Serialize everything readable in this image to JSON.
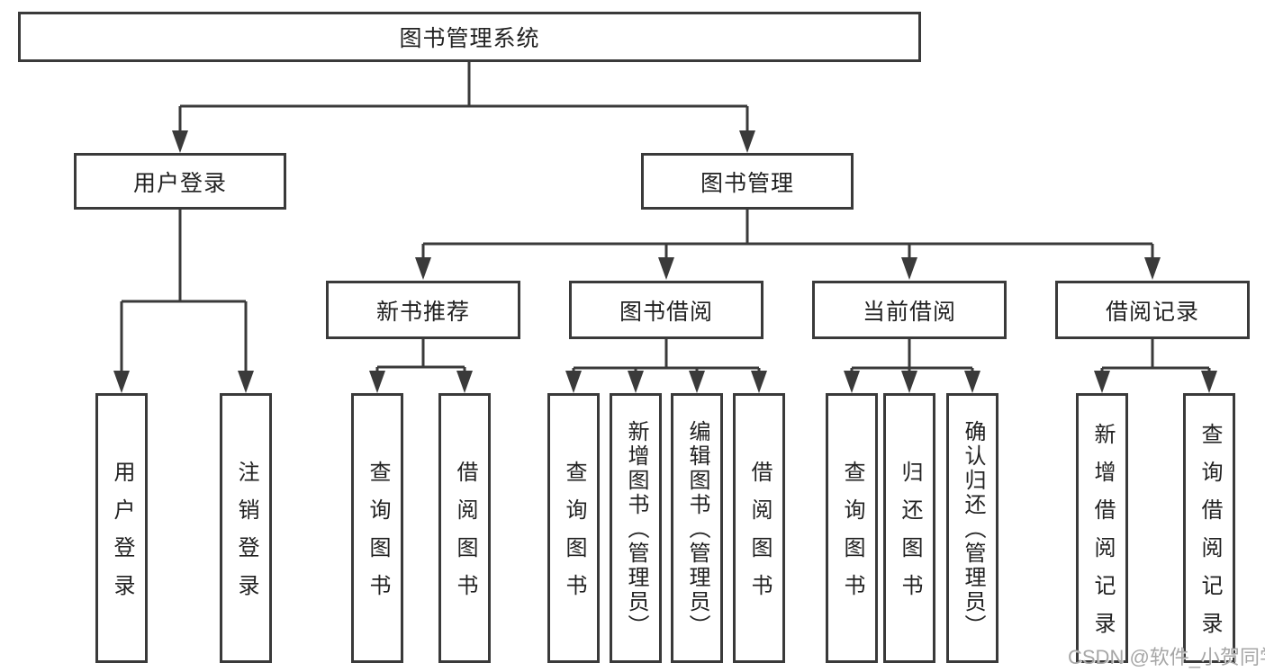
{
  "diagram": {
    "root": {
      "label": "图书管理系统"
    },
    "branches": [
      {
        "label": "用户登录",
        "children": [
          {
            "label": "用户登录"
          },
          {
            "label": "注销登录"
          }
        ]
      },
      {
        "label": "图书管理",
        "children": [
          {
            "label": "新书推荐",
            "children": [
              {
                "label": "查询图书"
              },
              {
                "label": "借阅图书"
              }
            ]
          },
          {
            "label": "图书借阅",
            "children": [
              {
                "label": "查询图书"
              },
              {
                "label": "新增图书（管理员）"
              },
              {
                "label": "编辑图书（管理员）"
              },
              {
                "label": "借阅图书"
              }
            ]
          },
          {
            "label": "当前借阅",
            "children": [
              {
                "label": "查询图书"
              },
              {
                "label": "归还图书"
              },
              {
                "label": "确认归还（管理员）"
              }
            ]
          },
          {
            "label": "借阅记录",
            "children": [
              {
                "label": "新增借阅记录"
              },
              {
                "label": "查询借阅记录"
              }
            ]
          }
        ]
      }
    ]
  },
  "watermark": {
    "text": "CSDN @软件_小贺同学"
  },
  "colors": {
    "line": "#3a3a3a",
    "text": "#222222",
    "watermark": "#a6a6a6",
    "background": "#ffffff"
  }
}
